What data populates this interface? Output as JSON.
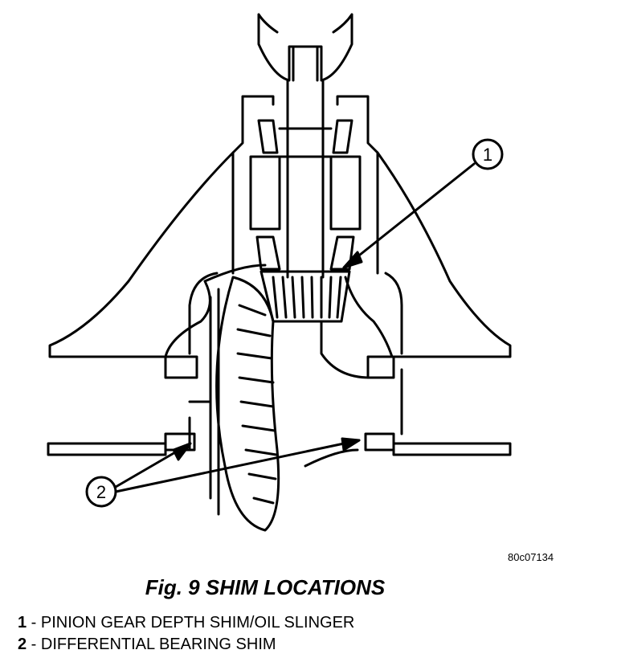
{
  "figure": {
    "id": "80c07134",
    "caption": "Fig. 9 SHIM LOCATIONS"
  },
  "callouts": [
    {
      "number": "1"
    },
    {
      "number": "2"
    }
  ],
  "legend": [
    {
      "number": "1",
      "sep": " - ",
      "text": "PINION GEAR DEPTH SHIM/OIL SLINGER"
    },
    {
      "number": "2",
      "sep": " - ",
      "text": "DIFFERENTIAL BEARING SHIM"
    }
  ]
}
